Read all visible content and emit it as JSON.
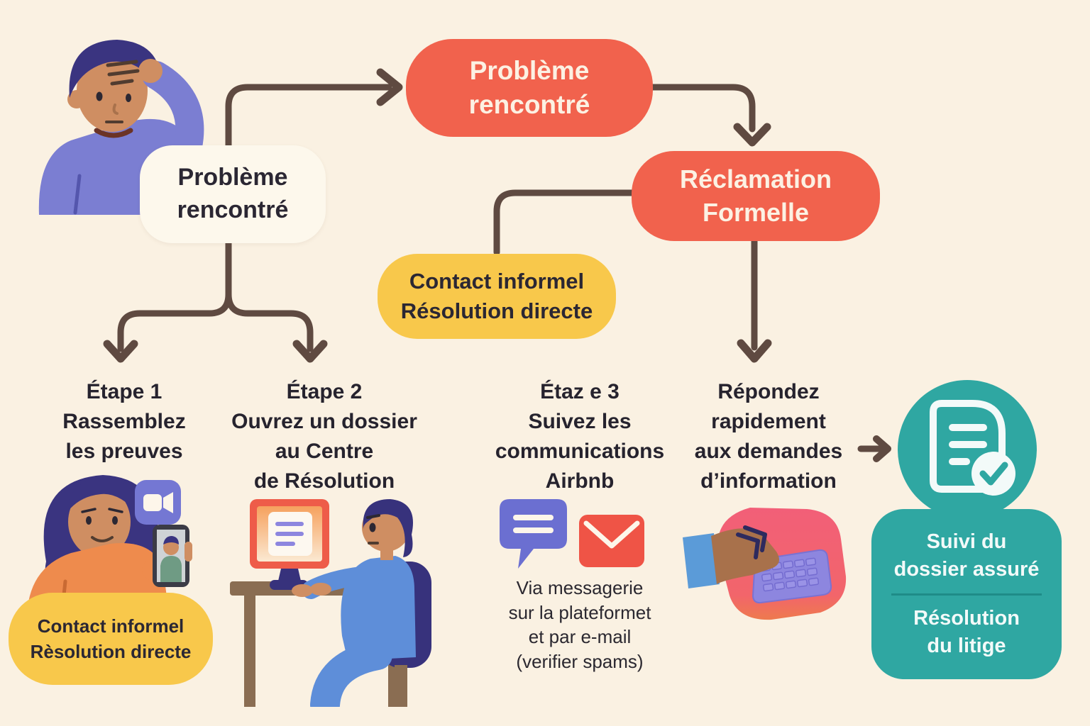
{
  "palette": {
    "background": "#faf1e2",
    "coral_box": "#f1624d",
    "yellow_box": "#f8c84b",
    "teal": "#2fa7a2",
    "arrow_brown": "#5f4a41",
    "text_dark": "#2b2733",
    "text_cream": "#fcf1e3"
  },
  "bubble": {
    "label": "Problème\nrencontré"
  },
  "flow": {
    "problem_box": "Problème\nrencontré",
    "claim_box": "Réclamation\nFormelle",
    "informal_box": "Contact informel\nRésolution directe",
    "informal_box_bottom": "Contact informel\nRèsolution directe",
    "outcome_top": "Suivi du\ndossier assuré",
    "outcome_bottom": "Résolution\ndu litige"
  },
  "steps": [
    {
      "title": "Étape 1\nRassemblez\nles preuves"
    },
    {
      "title": "Étape 2\nOuvrez un dossier\nau Centre\nde Résolution"
    },
    {
      "title": "Étaz e 3\nSuivez les\ncommunications\nAirbnb",
      "caption": "Via messagerie\nsur la plateformet\net par e-mail\n(verifier spams)"
    },
    {
      "title": "Répondez\nrapidement\naux demandes\nd’information"
    }
  ],
  "icons": [
    "thinking-person-illustration",
    "video-camera-icon",
    "woman-with-phone-illustration",
    "person-at-computer-illustration",
    "chat-bubble-icon",
    "envelope-icon",
    "hand-on-keyboard-illustration",
    "document-check-icon"
  ]
}
